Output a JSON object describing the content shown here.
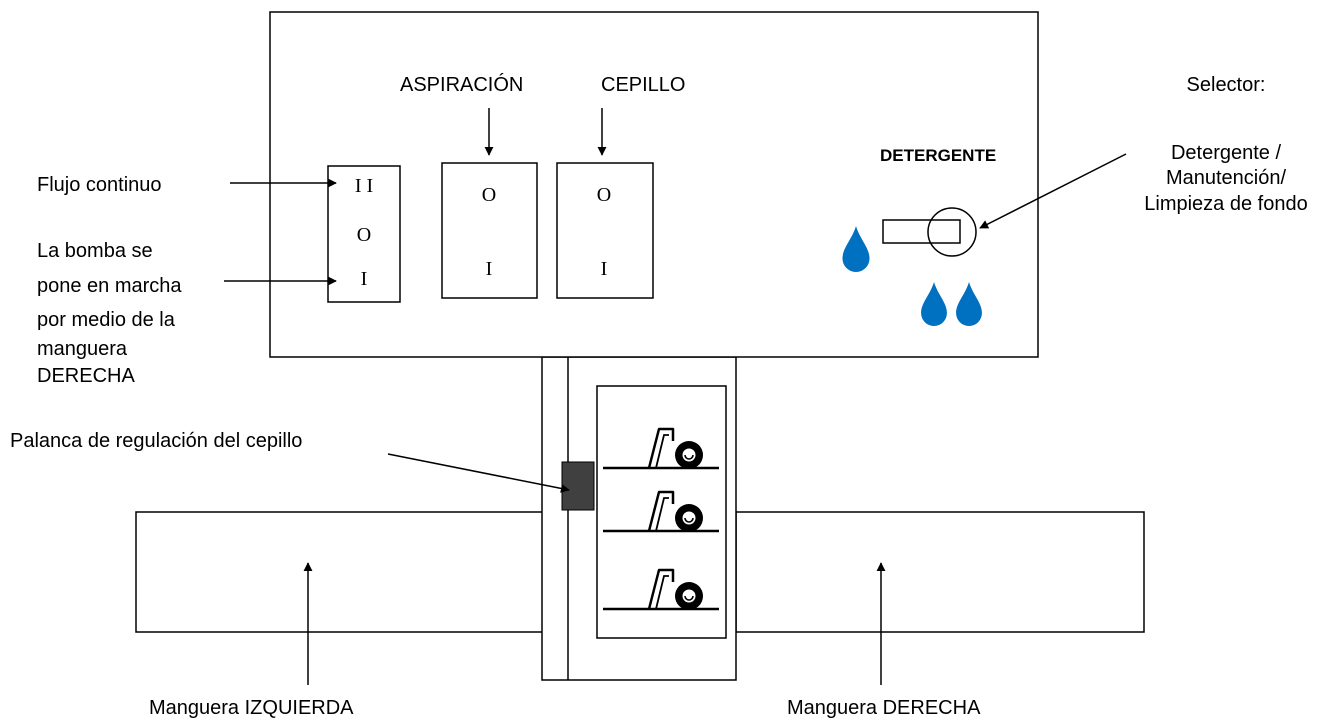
{
  "labels": {
    "aspiracion": "ASPIRACIÓN",
    "cepillo": "CEPILLO",
    "selector_title": "Selector:",
    "selector_options": [
      "Detergente /",
      "Manutención/",
      "Limpieza de fondo"
    ],
    "detergente": "DETERGENTE",
    "flujo_continuo": "Flujo continuo",
    "bomba_lines": [
      "La bomba se",
      "pone en marcha",
      "por medio de la",
      "manguera",
      "DERECHA"
    ],
    "palanca": "Palanca de regulación del cepillo",
    "manguera_izquierda": "Manguera IZQUIERDA",
    "manguera_derecha": "Manguera DERECHA"
  },
  "switches": {
    "flujo": [
      "I I",
      "O",
      "I"
    ],
    "aspiracion": [
      "O",
      "I"
    ],
    "cepillo": [
      "O",
      "I"
    ]
  },
  "colors": {
    "drop": "#0070C0",
    "lever": "#404040",
    "line": "#000000"
  },
  "icons": [
    "water-drop-icon",
    "brush-level-icon"
  ]
}
